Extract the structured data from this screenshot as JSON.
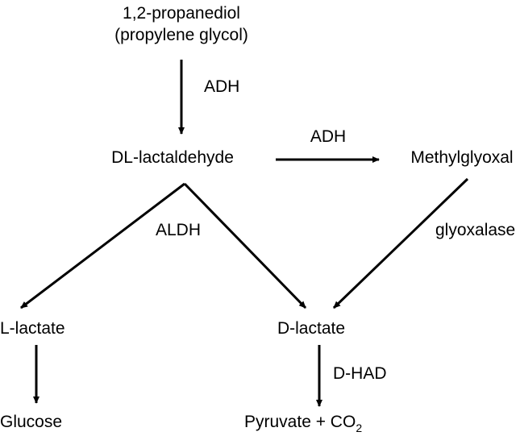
{
  "nodes": {
    "propanediol_line1": "1,2-propanediol",
    "propanediol_line2": "(propylene glycol)",
    "lactaldehyde": "DL-lactaldehyde",
    "methylglyoxal": "Methylglyoxal",
    "l_lactate": "L-lactate",
    "d_lactate": "D-lactate",
    "glucose": "Glucose",
    "pyruvate_prefix": "Pyruvate + CO",
    "pyruvate_subscript": "2"
  },
  "enzymes": {
    "adh_vertical": "ADH",
    "adh_horizontal": "ADH",
    "aldh": "ALDH",
    "glyoxalase": "glyoxalase",
    "d_had": "D-HAD"
  },
  "colors": {
    "text": "#000000",
    "arrows": "#000000",
    "background": "#ffffff"
  }
}
